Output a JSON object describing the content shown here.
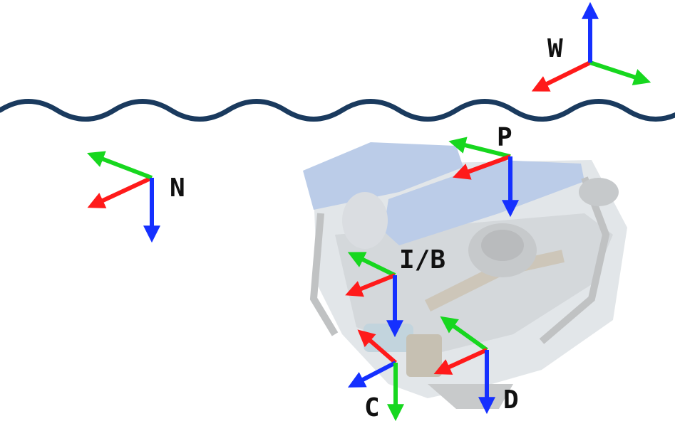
{
  "colors": {
    "x_axis": "#ff1a1a",
    "y_axis": "#17d71f",
    "z_axis": "#1530ff",
    "water_surface": "#1a3a5e",
    "label": "#111111",
    "rov_body": "#cfd7de",
    "rov_floats": "#7a9fd1"
  },
  "icons": {
    "water": "wave-surface-icon",
    "vehicle": "rov-underwater-vehicle-icon"
  },
  "frames": {
    "world": {
      "label": "W"
    },
    "ned": {
      "label": "N"
    },
    "pressure": {
      "label": "P"
    },
    "imu_body": {
      "label": "I/B"
    },
    "camera": {
      "label": "C"
    },
    "dvl": {
      "label": "D"
    }
  }
}
